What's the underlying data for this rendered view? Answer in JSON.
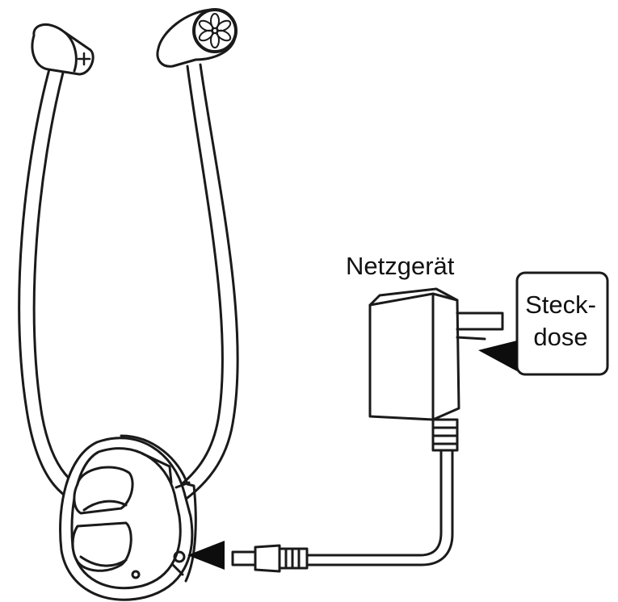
{
  "labels": {
    "power_adapter": "Netzgerät",
    "socket_line1": "Steck-",
    "socket_line2": "dose"
  },
  "colors": {
    "stroke": "#1a1a1a",
    "fill": "#ffffff",
    "arrow": "#0d0d0d"
  },
  "icons": {
    "earpiece_right": "flower-icon",
    "earpiece_left": "plus-icon",
    "arrow_socket": "arrow-left-icon",
    "arrow_jack": "arrow-left-icon"
  }
}
